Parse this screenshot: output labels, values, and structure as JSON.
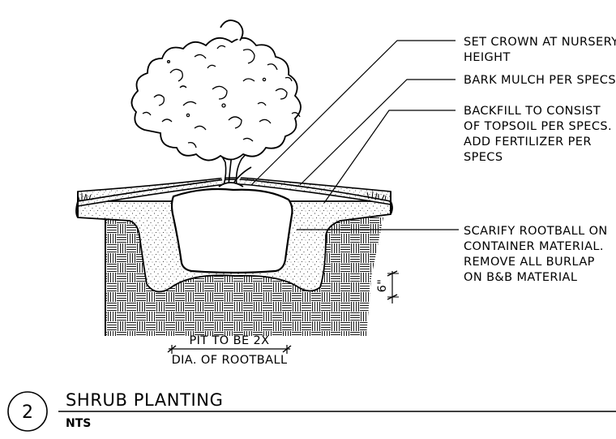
{
  "notes": {
    "crown": [
      "SET CROWN AT NURSERY",
      "HEIGHT"
    ],
    "mulch": [
      "BARK MULCH PER SPECS"
    ],
    "backfill": [
      "BACKFILL TO CONSIST",
      "OF TOPSOIL PER SPECS.",
      "ADD FERTILIZER PER",
      "SPECS"
    ],
    "rootball": [
      "SCARIFY ROOTBALL ON",
      "CONTAINER MATERIAL.",
      "REMOVE ALL BURLAP",
      "ON B&B MATERIAL"
    ]
  },
  "dimensions": {
    "pit_top": "PIT TO BE 2X",
    "pit_bottom": "DIA. OF ROOTBALL",
    "depth": "6\""
  },
  "title_block": {
    "number": "2",
    "title": "SHRUB PLANTING",
    "subtitle": "NTS"
  }
}
